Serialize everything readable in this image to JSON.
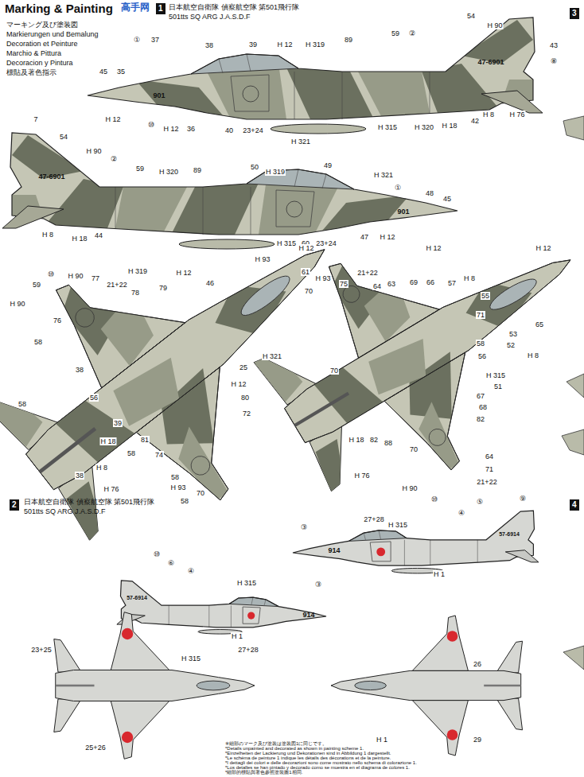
{
  "diagram": {
    "title": "Marking & Painting",
    "nodes": [
      {
        "text": [
          "1"
        ]
      },
      {
        "text": [
          "3"
        ]
      },
      {
        "text": [
          "2"
        ]
      },
      {
        "text": [
          "4"
        ]
      }
    ],
    "labels": [
      "マーキング及び塗装図",
      "Markierungen und Bemalung",
      "Decoration et Peinture",
      "Marchio & Pittura",
      "Decoracion y Pintura",
      "標貼及著色指示",
      "高手网",
      "日本航空自衛隊 偵察航空隊 第501飛行隊",
      "501tts SQ ARG J.A.S.D.F",
      "①",
      "37",
      "38",
      "39",
      "H 12",
      "H 319",
      "89",
      "59",
      "②",
      "54",
      "H 90",
      "43",
      "⑧",
      "45",
      "35",
      "901",
      "47-6901",
      "H 12",
      "⑩",
      "H 12",
      "36",
      "40",
      "23+24",
      "H 321",
      "H 315",
      "H 320",
      "H 18",
      "42",
      "H 8",
      "H 76",
      "7",
      "54",
      "H 90",
      "②",
      "59",
      "H 320",
      "89",
      "50",
      "H 319",
      "49",
      "H 321",
      "①",
      "48",
      "45",
      "47-6901",
      "901",
      "H 8",
      "H 18",
      "44",
      "H 315",
      "60",
      "23+24",
      "47",
      "H 12",
      "H 12",
      "H 12",
      "H 93",
      "61",
      "H 319",
      "H 12",
      "46",
      "⑩",
      "H 90",
      "77",
      "21+22",
      "78",
      "79",
      "59",
      "H 90",
      "76",
      "58",
      "38",
      "56",
      "58",
      "H 321",
      "25",
      "H 12",
      "80",
      "72",
      "39",
      "H 18",
      "81",
      "58",
      "74",
      "H 8",
      "58",
      "H 93",
      "H 76",
      "38",
      "58",
      "70",
      "H 12",
      "H 93",
      "75",
      "21+22",
      "64",
      "63",
      "69",
      "66",
      "57",
      "H 8",
      "55",
      "71",
      "65",
      "53",
      "52",
      "H 8",
      "58",
      "56",
      "H 315",
      "51",
      "67",
      "68",
      "82",
      "70",
      "70",
      "H 18",
      "82",
      "88",
      "70",
      "64",
      "71",
      "21+22",
      "H 76",
      "H 90",
      "⑩",
      "日本航空自衛隊 偵察航空隊 第501飛行隊",
      "501tts SQ ARG J.A.S.D.F",
      "③",
      "27+28",
      "④",
      "⑤",
      "⑨",
      "H 315",
      "914",
      "57-6914",
      "H 1",
      "⑩",
      "⑥",
      "④",
      "H 315",
      "③",
      "57-6914",
      "914",
      "H 1",
      "27+28",
      "23+25",
      "H 315",
      "25+26",
      "26",
      "H 1",
      "29",
      "※細部のマーク及び塗装は塗装図1に同じです。",
      "*Details unpainted and decorated as shown in painting scheme 1.",
      "*Einzelheiten der Lackierung und Dekorationen sind in Abbildung 1 dargestellt.",
      "*Le schéma de peinture 1 indique les détails des décorations et de la peinture.",
      "*I dettagli dei colori e delle decorazioni sono come mostrato nello schema di colorazione 1.",
      "*Los detalles se han pintado y decorado como se muestra en el diagrama de colores 1.",
      "*細部的標貼與著色參照塗裝圖1相同."
    ]
  }
}
